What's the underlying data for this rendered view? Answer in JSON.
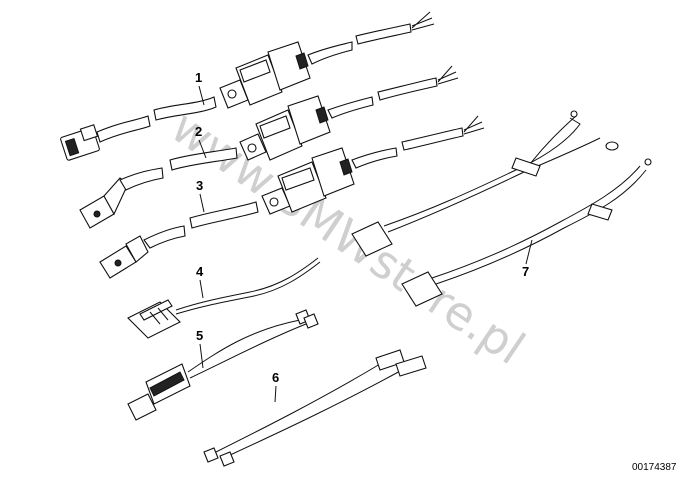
{
  "diagram": {
    "callouts": {
      "p1": "1",
      "p2": "2",
      "p3": "3",
      "p4": "4",
      "p5": "5",
      "p6": "6",
      "p7": "7"
    },
    "watermark": "www.BMWstore.pl",
    "document_number": "00174387"
  }
}
